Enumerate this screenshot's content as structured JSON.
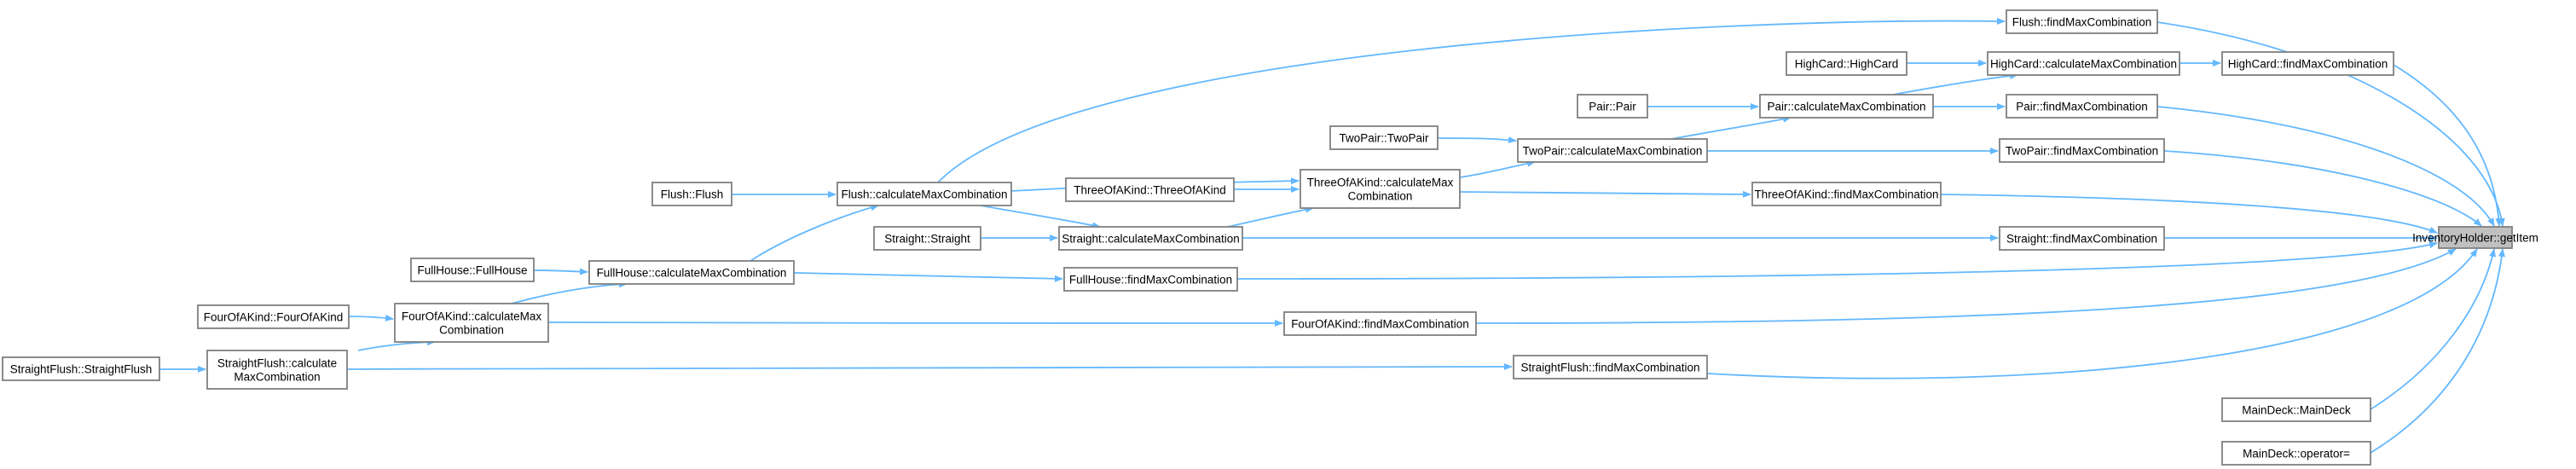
{
  "diagram": {
    "kind": "call-graph",
    "edge_color": "#63b8ff",
    "node_border_color": "#808080",
    "focus_fill_color": "#c0c0c0",
    "nodes": [
      {
        "id": "getItem",
        "lines": [
          "InventoryHolder::getItem"
        ],
        "focus": true
      },
      {
        "id": "flushFind",
        "lines": [
          "Flush::findMaxCombination"
        ]
      },
      {
        "id": "highFind",
        "lines": [
          "HighCard::findMaxCombination"
        ]
      },
      {
        "id": "highCalc",
        "lines": [
          "HighCard::calculateMaxCombination"
        ]
      },
      {
        "id": "highCard",
        "lines": [
          "HighCard::HighCard"
        ]
      },
      {
        "id": "pairFind",
        "lines": [
          "Pair::findMaxCombination"
        ]
      },
      {
        "id": "pairCalc",
        "lines": [
          "Pair::calculateMaxCombination"
        ]
      },
      {
        "id": "pair",
        "lines": [
          "Pair::Pair"
        ]
      },
      {
        "id": "twoPairFind",
        "lines": [
          "TwoPair::findMaxCombination"
        ]
      },
      {
        "id": "twoPairCalc",
        "lines": [
          "TwoPair::calculateMaxCombination"
        ]
      },
      {
        "id": "twoPair",
        "lines": [
          "TwoPair::TwoPair"
        ]
      },
      {
        "id": "threeFind",
        "lines": [
          "ThreeOfAKind::findMaxCombination"
        ]
      },
      {
        "id": "threeCalc",
        "lines": [
          "ThreeOfAKind::calculateMax",
          "Combination"
        ]
      },
      {
        "id": "three",
        "lines": [
          "ThreeOfAKind::ThreeOfAKind"
        ]
      },
      {
        "id": "flushCalc",
        "lines": [
          "Flush::calculateMaxCombination"
        ]
      },
      {
        "id": "flush",
        "lines": [
          "Flush::Flush"
        ]
      },
      {
        "id": "straightFind",
        "lines": [
          "Straight::findMaxCombination"
        ]
      },
      {
        "id": "straightCalc",
        "lines": [
          "Straight::calculateMaxCombination"
        ]
      },
      {
        "id": "straight",
        "lines": [
          "Straight::Straight"
        ]
      },
      {
        "id": "fullFind",
        "lines": [
          "FullHouse::findMaxCombination"
        ]
      },
      {
        "id": "fullCalc",
        "lines": [
          "FullHouse::calculateMaxCombination"
        ]
      },
      {
        "id": "fullHouse",
        "lines": [
          "FullHouse::FullHouse"
        ]
      },
      {
        "id": "fourFind",
        "lines": [
          "FourOfAKind::findMaxCombination"
        ]
      },
      {
        "id": "fourCalc",
        "lines": [
          "FourOfAKind::calculateMax",
          "Combination"
        ]
      },
      {
        "id": "four",
        "lines": [
          "FourOfAKind::FourOfAKind"
        ]
      },
      {
        "id": "sfFind",
        "lines": [
          "StraightFlush::findMaxCombination"
        ]
      },
      {
        "id": "sfCalc",
        "lines": [
          "StraightFlush::calculate",
          "MaxCombination"
        ]
      },
      {
        "id": "sf",
        "lines": [
          "StraightFlush::StraightFlush"
        ]
      },
      {
        "id": "mainDeck",
        "lines": [
          "MainDeck::MainDeck"
        ]
      },
      {
        "id": "mainDeckOp",
        "lines": [
          "MainDeck::operator="
        ]
      }
    ],
    "edges": [
      {
        "from": "flushFind",
        "to": "getItem"
      },
      {
        "from": "highFind",
        "to": "getItem"
      },
      {
        "from": "pairFind",
        "to": "getItem"
      },
      {
        "from": "twoPairFind",
        "to": "getItem"
      },
      {
        "from": "threeFind",
        "to": "getItem"
      },
      {
        "from": "straightFind",
        "to": "getItem"
      },
      {
        "from": "fullFind",
        "to": "getItem"
      },
      {
        "from": "fourFind",
        "to": "getItem"
      },
      {
        "from": "sfFind",
        "to": "getItem"
      },
      {
        "from": "mainDeck",
        "to": "getItem"
      },
      {
        "from": "mainDeckOp",
        "to": "getItem"
      },
      {
        "from": "highCalc",
        "to": "highFind"
      },
      {
        "from": "highCard",
        "to": "highCalc"
      },
      {
        "from": "pairCalc",
        "to": "highCalc"
      },
      {
        "from": "pairCalc",
        "to": "pairFind"
      },
      {
        "from": "pair",
        "to": "pairCalc"
      },
      {
        "from": "twoPairCalc",
        "to": "pairCalc"
      },
      {
        "from": "twoPairCalc",
        "to": "twoPairFind"
      },
      {
        "from": "twoPair",
        "to": "twoPairCalc"
      },
      {
        "from": "threeCalc",
        "to": "twoPairCalc"
      },
      {
        "from": "threeCalc",
        "to": "threeFind"
      },
      {
        "from": "three",
        "to": "threeCalc"
      },
      {
        "from": "straightCalc",
        "to": "threeCalc"
      },
      {
        "from": "flushCalc",
        "to": "flushFind"
      },
      {
        "from": "flushCalc",
        "to": "threeCalc"
      },
      {
        "from": "flush",
        "to": "flushCalc"
      },
      {
        "from": "straightCalc",
        "to": "straightFind"
      },
      {
        "from": "straight",
        "to": "straightCalc"
      },
      {
        "from": "flushCalc",
        "to": "straightCalc"
      },
      {
        "from": "fullCalc",
        "to": "flushCalc"
      },
      {
        "from": "fullCalc",
        "to": "fullFind"
      },
      {
        "from": "fullHouse",
        "to": "fullCalc"
      },
      {
        "from": "fourCalc",
        "to": "fullCalc"
      },
      {
        "from": "fourCalc",
        "to": "fourFind"
      },
      {
        "from": "four",
        "to": "fourCalc"
      },
      {
        "from": "sfCalc",
        "to": "fourCalc"
      },
      {
        "from": "sfCalc",
        "to": "sfFind"
      },
      {
        "from": "sf",
        "to": "sfCalc"
      }
    ]
  }
}
